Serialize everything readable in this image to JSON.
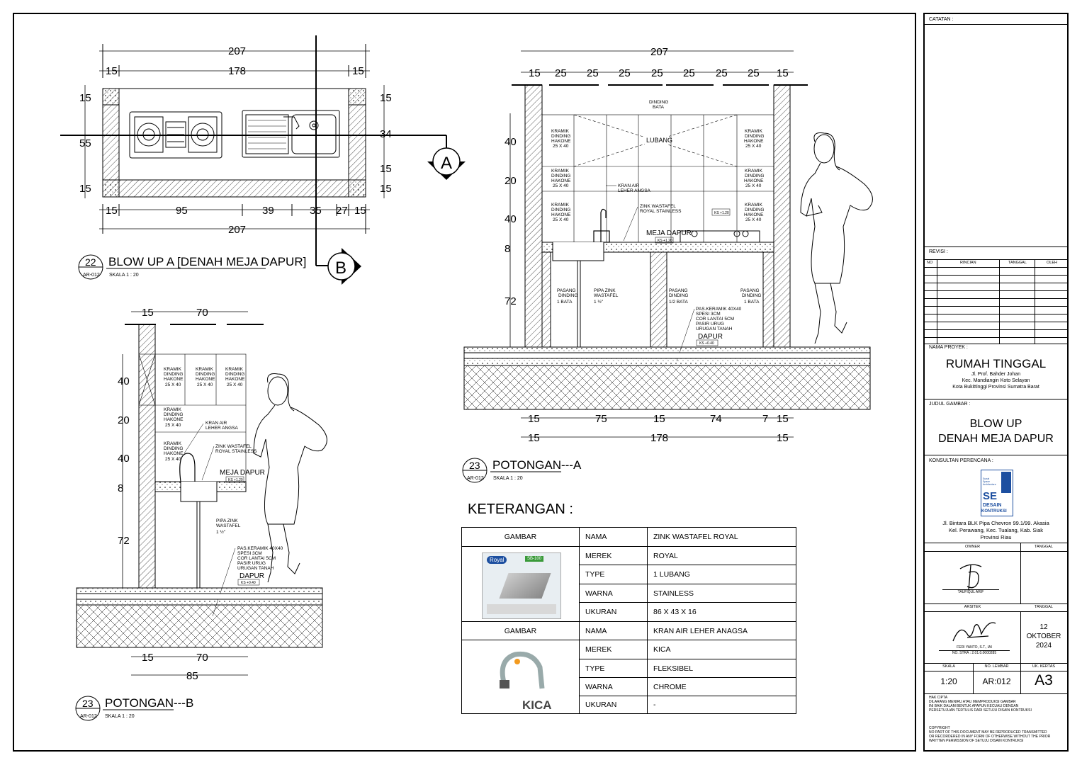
{
  "drawing_22": {
    "number": "22",
    "sheet": "AR-012",
    "title": "BLOW UP A [DENAH MEJA DAPUR]",
    "scale": "SKALA    1 : 20",
    "dims_top": [
      "207",
      "15",
      "178",
      "15"
    ],
    "dims_left": [
      "15",
      "55",
      "15"
    ],
    "dims_right": [
      "15",
      "34",
      "15",
      "15"
    ],
    "dims_bottom": [
      "15",
      "95",
      "39",
      "35",
      "27",
      "15",
      "207"
    ],
    "marker_a": "A",
    "marker_b": "B"
  },
  "drawing_23a": {
    "number": "23",
    "sheet": "AR-012",
    "title": "POTONGAN---A",
    "scale": "SKALA    1 : 20",
    "dims_top": [
      "207",
      "15",
      "25",
      "25",
      "25",
      "25",
      "25",
      "25",
      "25",
      "15"
    ],
    "dims_left": [
      "40",
      "20",
      "40",
      "8",
      "72"
    ],
    "dims_bottom": [
      "15",
      "75",
      "15",
      "74",
      "7",
      "15",
      "15",
      "178",
      "15"
    ],
    "labels": {
      "dinding_bata": [
        "DINDING",
        "BATA"
      ],
      "lubang": "LUBANG",
      "kramik": [
        "KRAMIK",
        "DINDING",
        "HAKONE",
        "25 X 40"
      ],
      "kran": [
        "KRAN AIR",
        "LEHER ANGSA"
      ],
      "zink": [
        "ZINK WASTAFEL",
        "ROYAL STAINLESS"
      ],
      "meja": "MEJA DAPUR",
      "dapur": "DAPUR",
      "pasang1": [
        "PASANG",
        "DINDING",
        "1 BATA"
      ],
      "pipa": [
        "PIPA ZINK",
        "WASTAFEL",
        "1 ½\""
      ],
      "pasang_half": [
        "PASANG",
        "DINDING",
        "1/2 BATA"
      ],
      "layers": [
        "PAS.KERAMIK 40X40",
        "SPESI 3CM",
        "COR LANTAI 5CM",
        "PASIR URUG",
        "URUGAN TANAH"
      ],
      "elev1": "KS +1.20",
      "elev2": "KS +1.20",
      "elev3": "KS +0.40"
    }
  },
  "drawing_23b": {
    "number": "23",
    "sheet": "AR-012",
    "title": "POTONGAN---B",
    "scale": "SKALA    1 : 20",
    "dims_top": [
      "15",
      "70"
    ],
    "dims_left": [
      "40",
      "20",
      "40",
      "8",
      "72"
    ],
    "dims_bottom": [
      "15",
      "70",
      "85"
    ],
    "labels": {
      "kramik": [
        "KRAMIK",
        "DINDING",
        "HAKONE",
        "25 X 40"
      ],
      "kran": [
        "KRAN AIR",
        "LEHER ANGSA"
      ],
      "zink": [
        "ZINK WASTAFEL",
        "ROYAL STAINLESS"
      ],
      "meja": "MEJA DAPUR",
      "dapur": "DAPUR",
      "pipa": [
        "PIPA ZINK",
        "WASTAFEL",
        "1 ½\""
      ],
      "layers": [
        "PAS.KERAMIK 40X40",
        "SPESI 3CM",
        "COR LANTAI 5CM",
        "PASIR URUG",
        "URUGAN TANAH"
      ],
      "elev1": "KS +1.20",
      "elev2": "KS +0.40"
    }
  },
  "keterangan": {
    "heading": "KETERANGAN :",
    "rows": [
      [
        "GAMBAR",
        "NAMA",
        "ZINK WASTAFEL ROYAL"
      ],
      [
        "",
        "MEREK",
        "ROYAL"
      ],
      [
        "",
        "TYPE",
        "1 LUBANG"
      ],
      [
        "",
        "WARNA",
        "STAINLESS"
      ],
      [
        "",
        "UKURAN",
        "86 X 43 X 16"
      ],
      [
        "GAMBAR",
        "NAMA",
        "KRAN AIR LEHER ANAGSA"
      ],
      [
        "",
        "MEREK",
        "KICA"
      ],
      [
        "",
        "TYPE",
        "FLEKSIBEL"
      ],
      [
        "",
        "WARNA",
        "CHROME"
      ],
      [
        "",
        "UKURAN",
        "-"
      ]
    ],
    "royal_logo": "Royal",
    "royal_model": "SB-100",
    "kica_logo": "KICA"
  },
  "title_block": {
    "catatan": "CATATAN :",
    "revisi": "REVISI :",
    "rev_headers": [
      "NO",
      "RINCIAN",
      "TANGGAL",
      "OLEH"
    ],
    "nama_proyek_label": "NAMA PROYEK :",
    "project": "RUMAH TINGGAL",
    "address": [
      "Jl. Prof. Bahder Johan",
      "Kec. Mandiangin Koto Selayan",
      "Kota Bukittinggi Provinsi Sumatra Barat"
    ],
    "judul_label": "JUDUL GAMBAR :",
    "judul": [
      "BLOW UP",
      "DENAH MEJA DAPUR"
    ],
    "konsultan_label": "KONSULTAN PERENCANA :",
    "logo_small": [
      "Sunat",
      "Space",
      "Architecture"
    ],
    "logo_se": "SE",
    "logo_words": [
      "DESAIN",
      "KONTRUKSI"
    ],
    "konsultan_addr": [
      "Jl. Bintara BLK Pipa Chevron 99.1/99. Akasia",
      "Kel. Perawang, Kec. Tualang, Kab. Siak",
      "Provinsi Riau"
    ],
    "owner": "OWNER",
    "tanggal": "TANGGAL",
    "owner_name": "TAUFIQUL ARIF",
    "arsitek": "ARSITEK",
    "arsitek_name": "FERI YANTO, S.T., IAI",
    "arsitek_no": "NO.   STRA : 2.01.0.0000285",
    "date": [
      "12",
      "OKTOBER",
      "2024"
    ],
    "skala_label": "SKALA",
    "lembar_label": "NO. LEMBAR",
    "kertas_label": "UK. KERTAS",
    "skala": "1:20",
    "lembar": "AR:012",
    "kertas": "A3",
    "hak_cipta": [
      "HAK CIPTA",
      "DILARANG MENIRU ATAU MEMPRODUKSI GAMBAR",
      "INI BAIK DALAM BENTUK APAPUN KECUALI DENGAN",
      "PERSETUJUAN TERTULIS DARI SETUJU DISAIN KONTRUKSI"
    ],
    "copyright": [
      "COPYRIGHT",
      "NO PART OF THIS DOCUMENT MAY BE REPRODUCED TRANSMITTED",
      "OR RECORDERED IN ANY FORM OF OTHERWISE WITHOUT THE PRIOR",
      "WRITTEN PERMISSION OF SETUJU DISAIN KONTRUKSI"
    ]
  }
}
